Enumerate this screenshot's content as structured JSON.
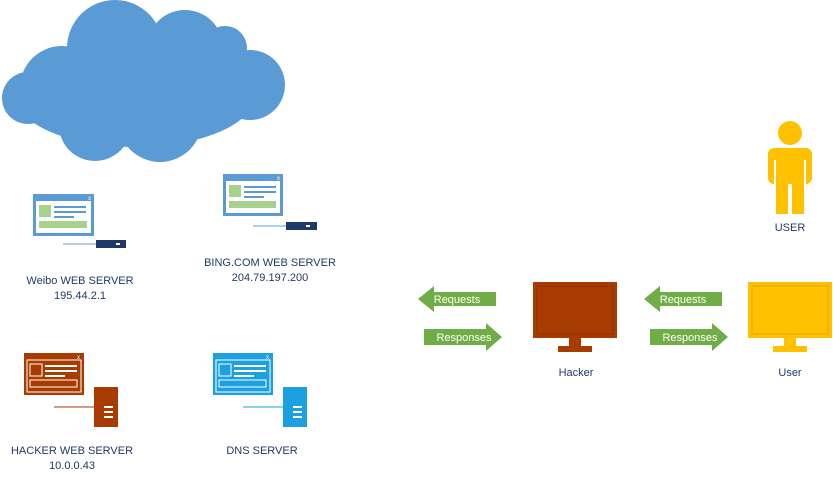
{
  "servers": {
    "weibo": {
      "name": "Weibo WEB SERVER",
      "ip": "195.44.2.1"
    },
    "bing": {
      "name": "BING.COM WEB SERVER",
      "ip": "204.79.197.200"
    },
    "hacker": {
      "name": "HACKER WEB SERVER",
      "ip": "10.0.0.43"
    },
    "dns": {
      "name": "DNS SERVER"
    }
  },
  "nodes": {
    "hacker": {
      "label": "Hacker"
    },
    "user_computer": {
      "label": "User"
    },
    "user_person": {
      "label": "USER"
    }
  },
  "arrows": {
    "left_requests": "Requests",
    "left_responses": "Responses",
    "right_requests": "Requests",
    "right_responses": "Responses"
  },
  "colors": {
    "cloud": "#5b9bd5",
    "web_blue": "#5b9bd5",
    "web_green": "#a9d18e",
    "hacker_orange": "#a83c00",
    "dns_cyan": "#1ba1e2",
    "user_yellow": "#ffc000",
    "arrow_green": "#70ad47",
    "text_navy": "#1f3a66"
  }
}
